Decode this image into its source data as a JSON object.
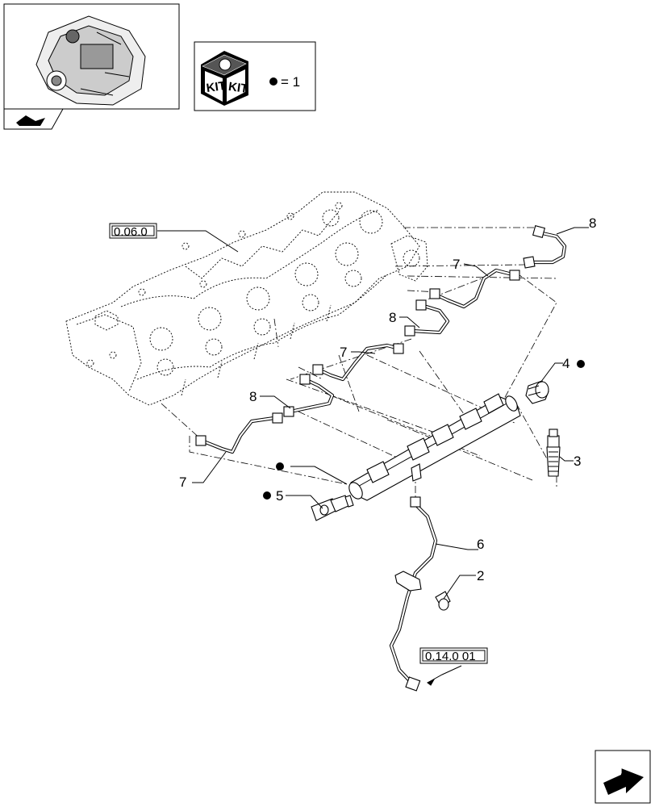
{
  "kit_box": {
    "kit_text_left": "KIT",
    "kit_text_right": "KIT",
    "legend_equation": "= 1"
  },
  "section_refs": {
    "cylinder_head": "0.06.0",
    "fuel_feed": "0.14.0 01"
  },
  "callouts": {
    "top_right_pipe": "8",
    "upper_pipe_7": "7",
    "mid_pipe_8": "8",
    "center_pipe_7": "7",
    "lower_pipe_8": "8",
    "left_pipe_7": "7",
    "plug": "4",
    "union": "3",
    "sensor": "5",
    "return_pipe": "6",
    "bolt": "2"
  },
  "colors": {
    "line": "#000000",
    "background": "#ffffff"
  },
  "icons": [
    "engine-thumbnail",
    "kit-box-icon",
    "kit-dot-icon",
    "nav-arrow-icon",
    "exit-arrow-icon"
  ]
}
